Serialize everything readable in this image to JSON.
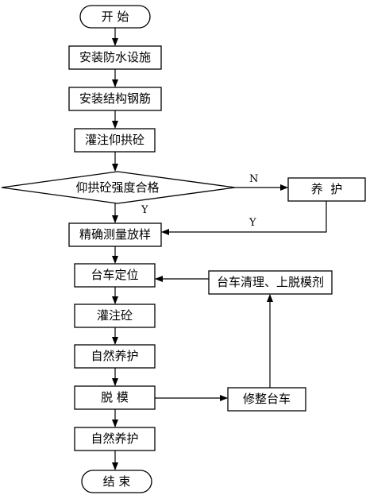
{
  "flowchart": {
    "start": "开 始",
    "install_waterproof": "安装防水设施",
    "install_rebar": "安装结构钢筋",
    "pour_invert": "灌注仰拱砼",
    "invert_strength_check": "仰拱砼强度合格",
    "curing_after_fail": "养  护",
    "precise_survey": "精确测量放样",
    "trolley_position": "台车定位",
    "pour_concrete": "灌注砼",
    "natural_curing_1": "自然养护",
    "demold": "脱 模",
    "trolley_clean": "台车清理、上脱模剂",
    "repair_trolley": "修整台车",
    "natural_curing_2": "自然养护",
    "end": "结 束",
    "branch_no": "N",
    "branch_yes": "Y",
    "return_yes": "Y"
  }
}
